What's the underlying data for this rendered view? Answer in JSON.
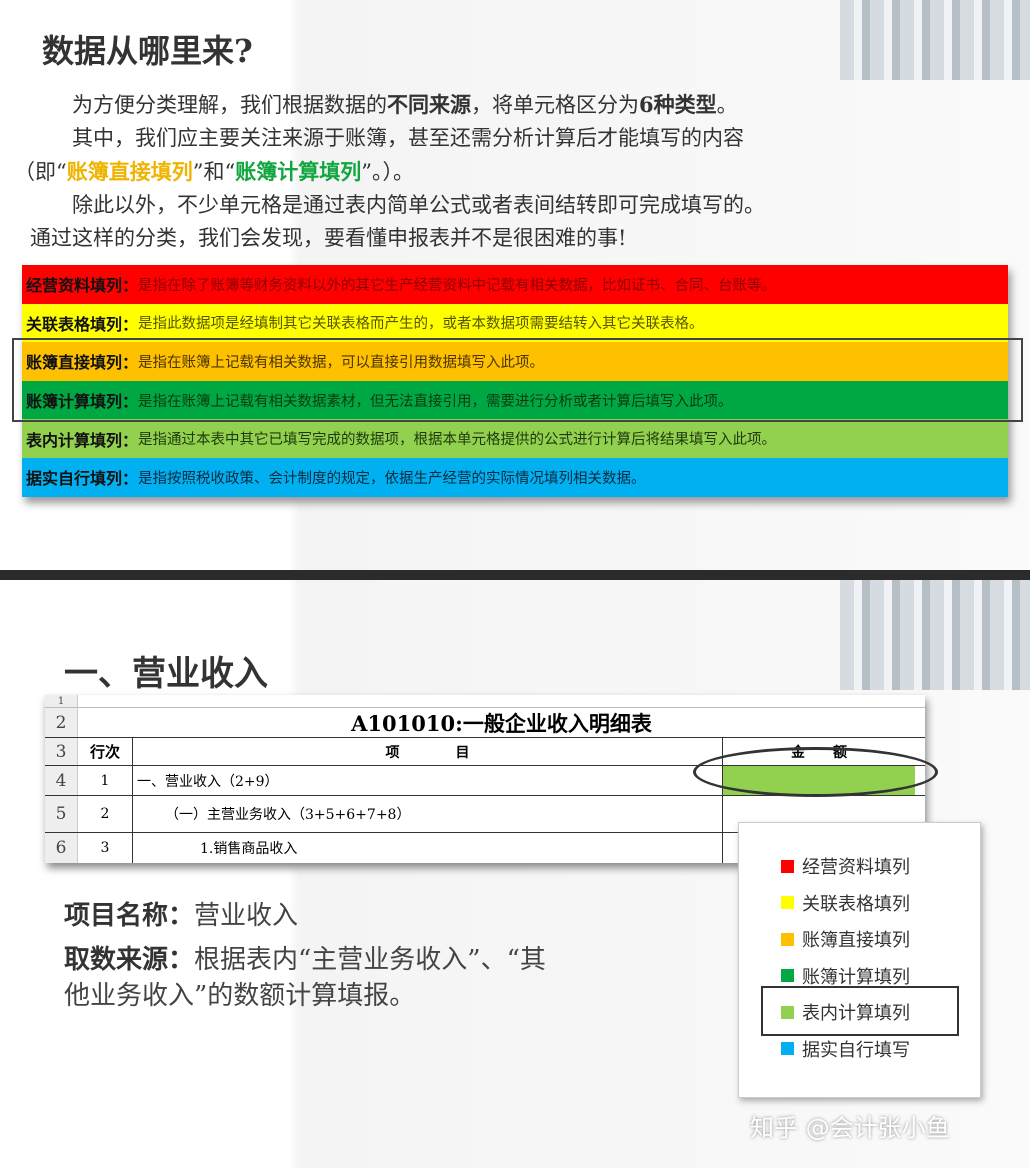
{
  "slide1": {
    "title": "数据从哪里来?",
    "p1a": "为方便分类理解，我们根据数据的",
    "p1b": "不同来源",
    "p1c": "，将单元格区分为",
    "p1d": "6种类型",
    "p1e": "。",
    "p2": "其中，我们应主要关注来源于账簿，甚至还需分析计算后才能填写的内容",
    "p3a": "（即“",
    "p3b": "账簿直接填列",
    "p3c": "”和“",
    "p3d": "账簿计算填列",
    "p3e": "”。）。",
    "p4": "除此以外，不少单元格是通过表内简单公式或者表间结转即可完成填写的。",
    "p5": "通过这样的分类，我们会发现，要看懂申报表并不是很困难的事!",
    "categories": [
      {
        "key": "经营资料填列：",
        "desc": "是指在除了账簿等财务资料以外的其它生产经营资料中记载有相关数据，比如证书、合同、台账等。",
        "color": "#ff0000",
        "text": "#8a0000"
      },
      {
        "key": "关联表格填列：",
        "desc": "是指此数据项是经填制其它关联表格而产生的，或者本数据项需要结转入其它关联表格。",
        "color": "#ffff00",
        "text": "#555500"
      },
      {
        "key": "账簿直接填列：",
        "desc": "是指在账簿上记载有相关数据，可以直接引用数据填写入此项。",
        "color": "#ffc000",
        "text": "#4a3500"
      },
      {
        "key": "账簿计算填列：",
        "desc": "是指在账簿上记载有相关数据素材，但无法直接引用，需要进行分析或者计算后填写入此项。",
        "color": "#00a843",
        "text": "#0a3a10"
      },
      {
        "key": "表内计算填列：",
        "desc": "是指通过本表中其它已填写完成的数据项，根据本单元格提供的公式进行计算后将结果填写入此项。",
        "color": "#92d050",
        "text": "#1e3a0a"
      },
      {
        "key": "据实自行填列：",
        "desc": "是指按照税收政策、会计制度的规定，依据生产经营的实际情况填列相关数据。",
        "color": "#00b0f0",
        "text": "#0a2a40"
      }
    ]
  },
  "slide2": {
    "title": "一、营业收入",
    "table": {
      "title": "A101010:一般企业收入明细表",
      "headers": [
        "行次",
        "项　　　　目",
        "金　　额"
      ],
      "row_numbers": [
        "1",
        "2",
        "3",
        "4",
        "5",
        "6"
      ],
      "rows": [
        [
          "1",
          "一、营业收入（2+9）",
          ""
        ],
        [
          "2",
          "（一）主营业务收入（3+5+6+7+8）",
          ""
        ],
        [
          "3",
          "1.销售商品收入",
          ""
        ]
      ],
      "highlight_color": "#92d050"
    },
    "legend": [
      {
        "label": "经营资料填列",
        "color": "#ff0000"
      },
      {
        "label": "关联表格填列",
        "color": "#ffff00"
      },
      {
        "label": "账簿直接填列",
        "color": "#ffc000"
      },
      {
        "label": "账簿计算填列",
        "color": "#00a843"
      },
      {
        "label": "表内计算填列",
        "color": "#92d050"
      },
      {
        "label": "据实自行填写",
        "color": "#00b0f0"
      }
    ],
    "item_label": "项目名称：",
    "item_value": "营业收入",
    "source_label": "取数来源：",
    "source_value1": "根据表内“主营业务收入”、“其",
    "source_value2": "他业务收入”的数额计算填报。"
  },
  "watermark": "知乎 @会计张小鱼"
}
